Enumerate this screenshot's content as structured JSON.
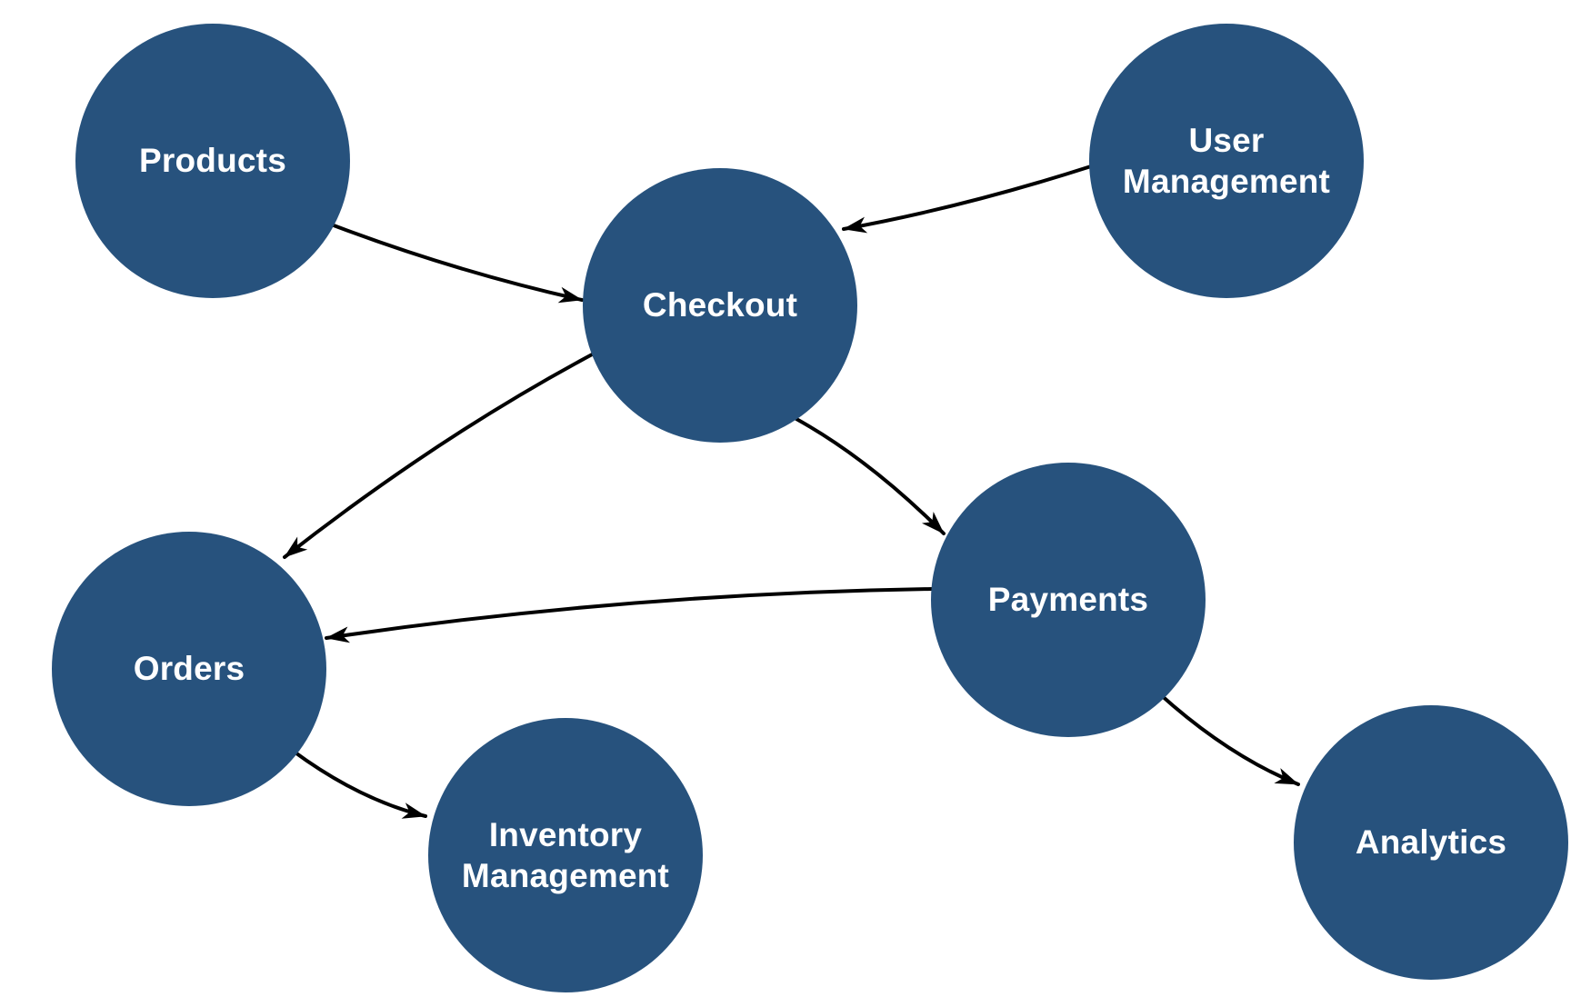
{
  "diagram": {
    "type": "node-link-graph",
    "nodes": [
      {
        "id": "products",
        "label": "Products"
      },
      {
        "id": "user-management",
        "label": "User Management"
      },
      {
        "id": "checkout",
        "label": "Checkout"
      },
      {
        "id": "orders",
        "label": "Orders"
      },
      {
        "id": "payments",
        "label": "Payments"
      },
      {
        "id": "inventory-management",
        "label": "Inventory Management"
      },
      {
        "id": "analytics",
        "label": "Analytics"
      }
    ],
    "edges": [
      {
        "from": "Products",
        "to": "Checkout",
        "arrow": "to"
      },
      {
        "from": "User Management",
        "to": "Checkout",
        "arrow": "to"
      },
      {
        "from": "Checkout",
        "to": "Orders",
        "arrow": "to"
      },
      {
        "from": "Checkout",
        "to": "Payments",
        "arrow": "to"
      },
      {
        "from": "Payments",
        "to": "Orders",
        "arrow": "to"
      },
      {
        "from": "Orders",
        "to": "Inventory Management",
        "arrow": "to"
      },
      {
        "from": "Payments",
        "to": "Analytics",
        "arrow": "to"
      }
    ],
    "colors": {
      "node_fill": "#27527D",
      "node_text": "#FFFFFF",
      "edge_stroke": "#000000",
      "background": "#FFFFFF"
    }
  }
}
